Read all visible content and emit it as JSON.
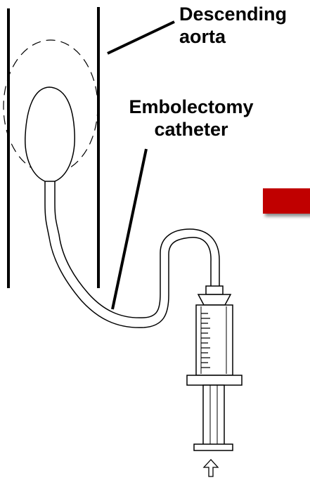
{
  "labels": {
    "aorta_line1": "Descending",
    "aorta_line2": "aorta",
    "catheter_line1": "Embolectomy",
    "catheter_line2": "catheter"
  },
  "colors": {
    "ink": "#000000",
    "arrow_block": "#c00000"
  },
  "icons": {
    "push_arrow": "up-arrow-icon"
  }
}
